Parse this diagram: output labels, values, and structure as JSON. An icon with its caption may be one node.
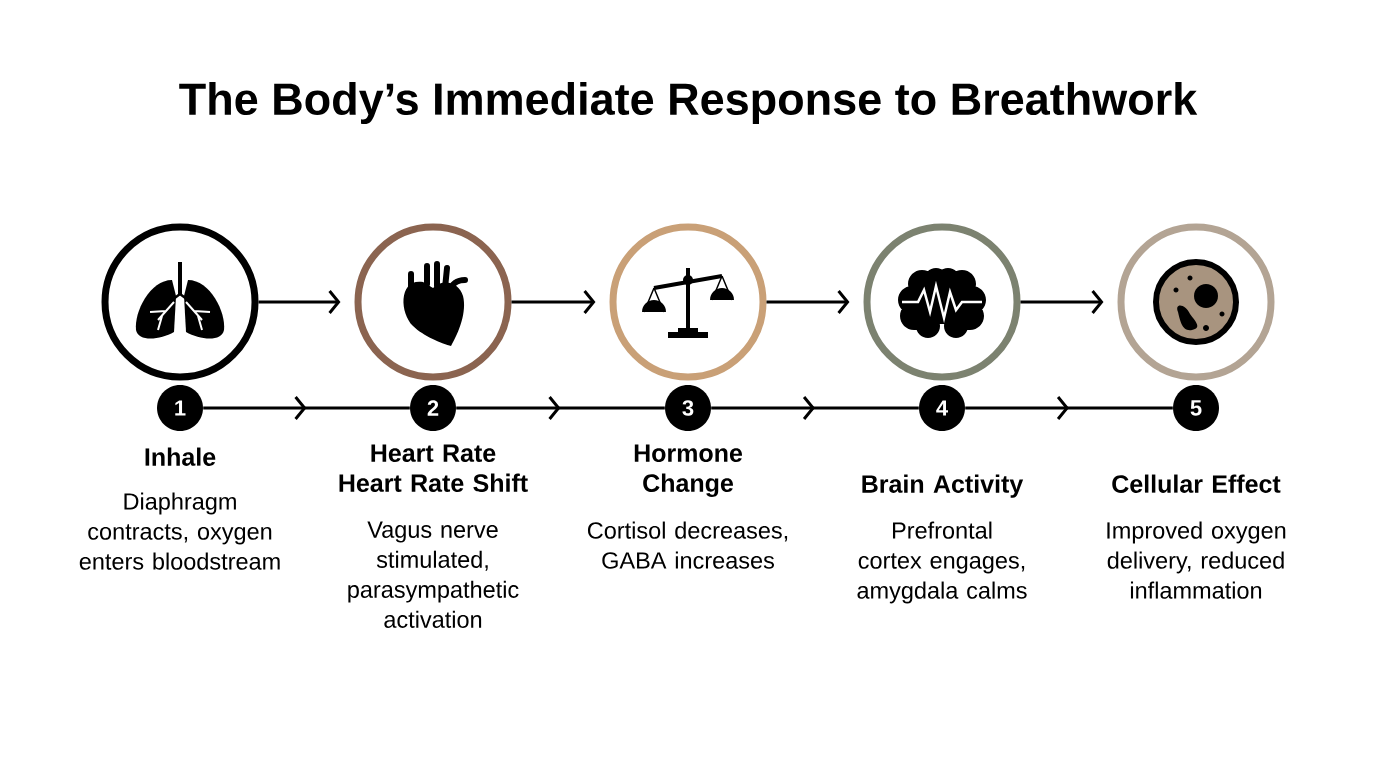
{
  "diagram": {
    "title": "The Body’s Immediate Response to Breathwork",
    "nodes": [
      {
        "text": [],
        "shape": "circle"
      },
      {
        "text": [],
        "shape": "circle"
      },
      {
        "text": [],
        "shape": "circle"
      },
      {
        "text": [],
        "shape": "circle"
      },
      {
        "text": [],
        "shape": "circle"
      },
      {
        "text": [
          "1"
        ],
        "beside": [
          "Inhale",
          "Diaphragm contracts, oxygen enters bloodstream"
        ]
      },
      {
        "text": [
          "2"
        ],
        "beside": [
          "Heart Rate Heart Rate Shift",
          "Vagus nerve stimulated, parasympathetic activation"
        ]
      },
      {
        "text": [
          "3"
        ],
        "beside": [
          "Hormone Change",
          "Cortisol decreases, GABA increases"
        ]
      },
      {
        "text": [
          "4"
        ],
        "beside": [
          "Brain Activity",
          "Prefrontal cortex engages, amygdala calms"
        ]
      },
      {
        "text": [
          "5"
        ],
        "beside": [
          "Cellular Effect",
          "Improved oxygen delivery, reduced inflammation"
        ]
      }
    ],
    "edges": [
      {
        "from": 0,
        "to": 1,
        "arrow": "to"
      },
      {
        "from": 1,
        "to": 2,
        "arrow": "to"
      },
      {
        "from": 2,
        "to": 3,
        "arrow": "to"
      },
      {
        "from": 3,
        "to": 4,
        "arrow": "to"
      },
      {
        "from": 5,
        "to": 6,
        "arrow": "to"
      },
      {
        "from": 6,
        "to": 7,
        "arrow": "to"
      },
      {
        "from": 7,
        "to": 8,
        "arrow": "to"
      },
      {
        "from": 8,
        "to": 9,
        "arrow": "to"
      }
    ]
  }
}
